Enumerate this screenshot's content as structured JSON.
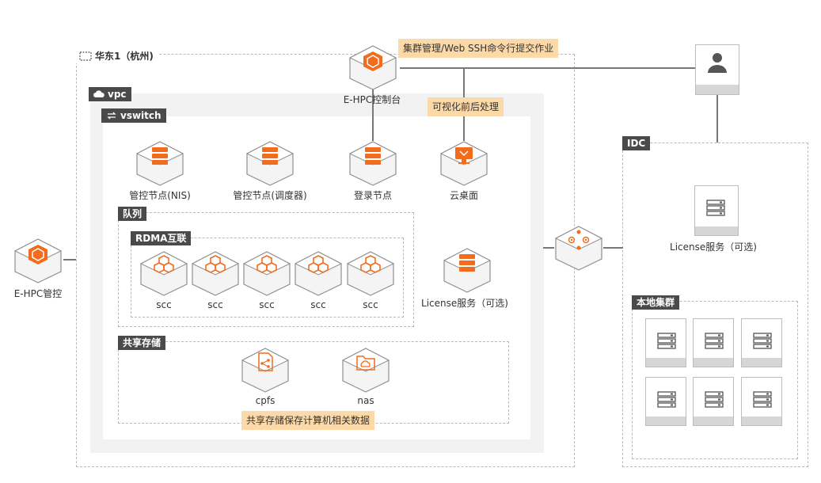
{
  "labels": {
    "region": "华东1（杭州)",
    "vpc": "vpc",
    "vswitch": "vswitch",
    "queue": "队列",
    "rdma": "RDMA互联",
    "shared_storage": "共享存储",
    "idc": "IDC",
    "local_cluster": "本地集群"
  },
  "nodes": {
    "console": "E-HPC控制台",
    "ehpc_mgmt": "E-HPC管控",
    "mgmt_nis": "管控节点(NIS)",
    "mgmt_sched": "管控节点(调度器)",
    "login": "登录节点",
    "cloud_desktop": "云桌面",
    "scc": [
      "scc",
      "scc",
      "scc",
      "scc",
      "scc"
    ],
    "license_cloud": "License服务（可选)",
    "license_idc": "License服务（可选)",
    "cpfs": "cpfs",
    "nas": "nas"
  },
  "notes": {
    "submit": "集群管理/Web SSH命令行提交作业",
    "visual": "可视化前后处理",
    "storage": "共享存储保存计算机相关数据"
  },
  "colors": {
    "accent": "#f26c1d",
    "note_bg": "#fcd9a8",
    "tag_bg": "#4a4a4a",
    "zone_bg": "#f2f2f2"
  },
  "icons": {
    "console": "ehpc-cube-icon",
    "server": "server-stack-icon",
    "desktop": "monitor-icon",
    "scc": "scc-cluster-icon",
    "cpfs": "cpfs-share-icon",
    "nas": "nas-folder-icon",
    "vpn": "network-gateway-icon",
    "user": "user-icon"
  }
}
